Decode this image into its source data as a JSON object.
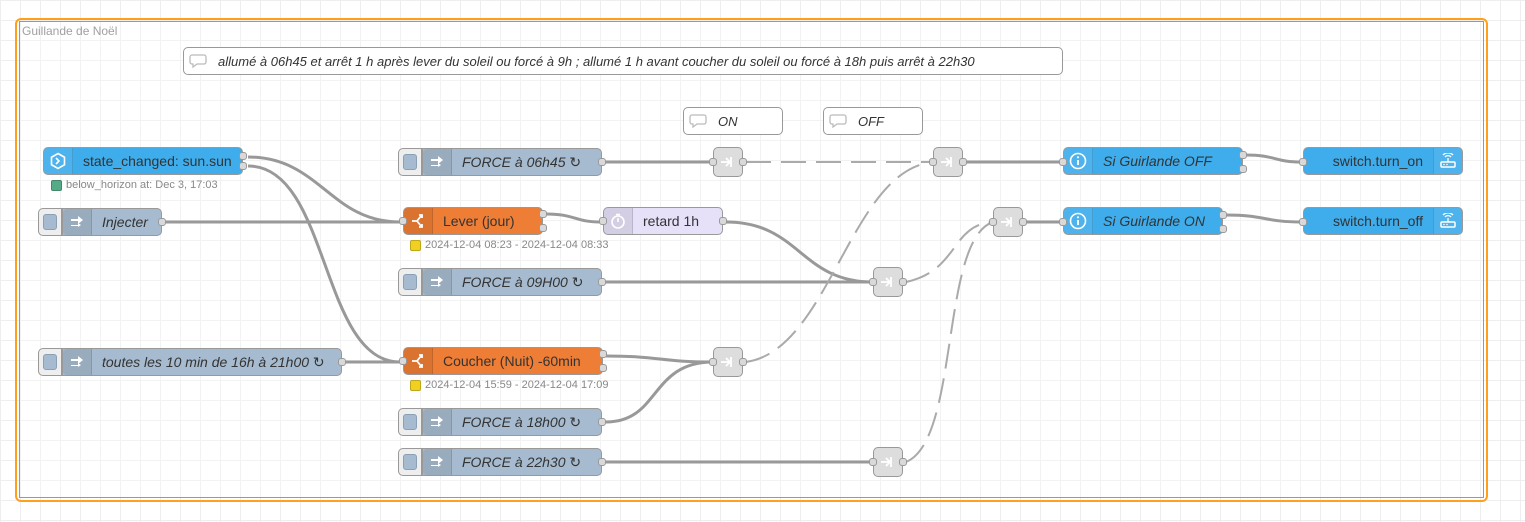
{
  "group": {
    "label": "Guillande de Noël"
  },
  "comments": {
    "main": "allumé à 06h45 et arrêt 1 h après lever du soleil ou forcé à 9h ; allumé 1 h avant coucher du soleil ou forcé à 18h puis arrêt à 22h30",
    "on": "ON",
    "off": "OFF"
  },
  "nodes": {
    "state_changed": {
      "label": "state_changed: sun.sun",
      "status": "below_horizon at: Dec 3, 17:03"
    },
    "injecter": {
      "label": "Injecter"
    },
    "toutes": {
      "label": "toutes les 10 min de 16h à 21h00 ↻"
    },
    "force_0645": {
      "label": "FORCE à 06h45 ↻"
    },
    "lever": {
      "label": "Lever (jour)",
      "status": "2024-12-04 08:23 - 2024-12-04 08:33"
    },
    "retard": {
      "label": "retard 1h"
    },
    "force_0900": {
      "label": "FORCE à 09H00 ↻"
    },
    "coucher": {
      "label": "Coucher (Nuit) -60min",
      "status": "2024-12-04 15:59 - 2024-12-04 17:09"
    },
    "force_1800": {
      "label": "FORCE à 18h00 ↻"
    },
    "force_2230": {
      "label": "FORCE à 22h30 ↻"
    },
    "si_off": {
      "label": "Si Guirlande OFF"
    },
    "si_on": {
      "label": "Si Guirlande ON"
    },
    "turn_on": {
      "label": "switch.turn_on"
    },
    "turn_off": {
      "label": "switch.turn_off"
    }
  },
  "colors": {
    "ha_blue": "#3fadeb",
    "inject_gray": "#a6bbcf",
    "sun_orange": "#ee7d35",
    "delay_lilac": "#e6e0f8",
    "status_green": "#5a8",
    "status_yellow": "#f0d020",
    "group_border": "#ff9f1c"
  },
  "icons": {
    "state_changed": "server-state-icon",
    "inject": "inject-arrow-icon",
    "sun": "split-arrow-icon",
    "delay": "timer-icon",
    "condition": "info-icon",
    "service": "router-icon",
    "link": "link-junction-icon",
    "comment": "speech-bubble-icon"
  }
}
